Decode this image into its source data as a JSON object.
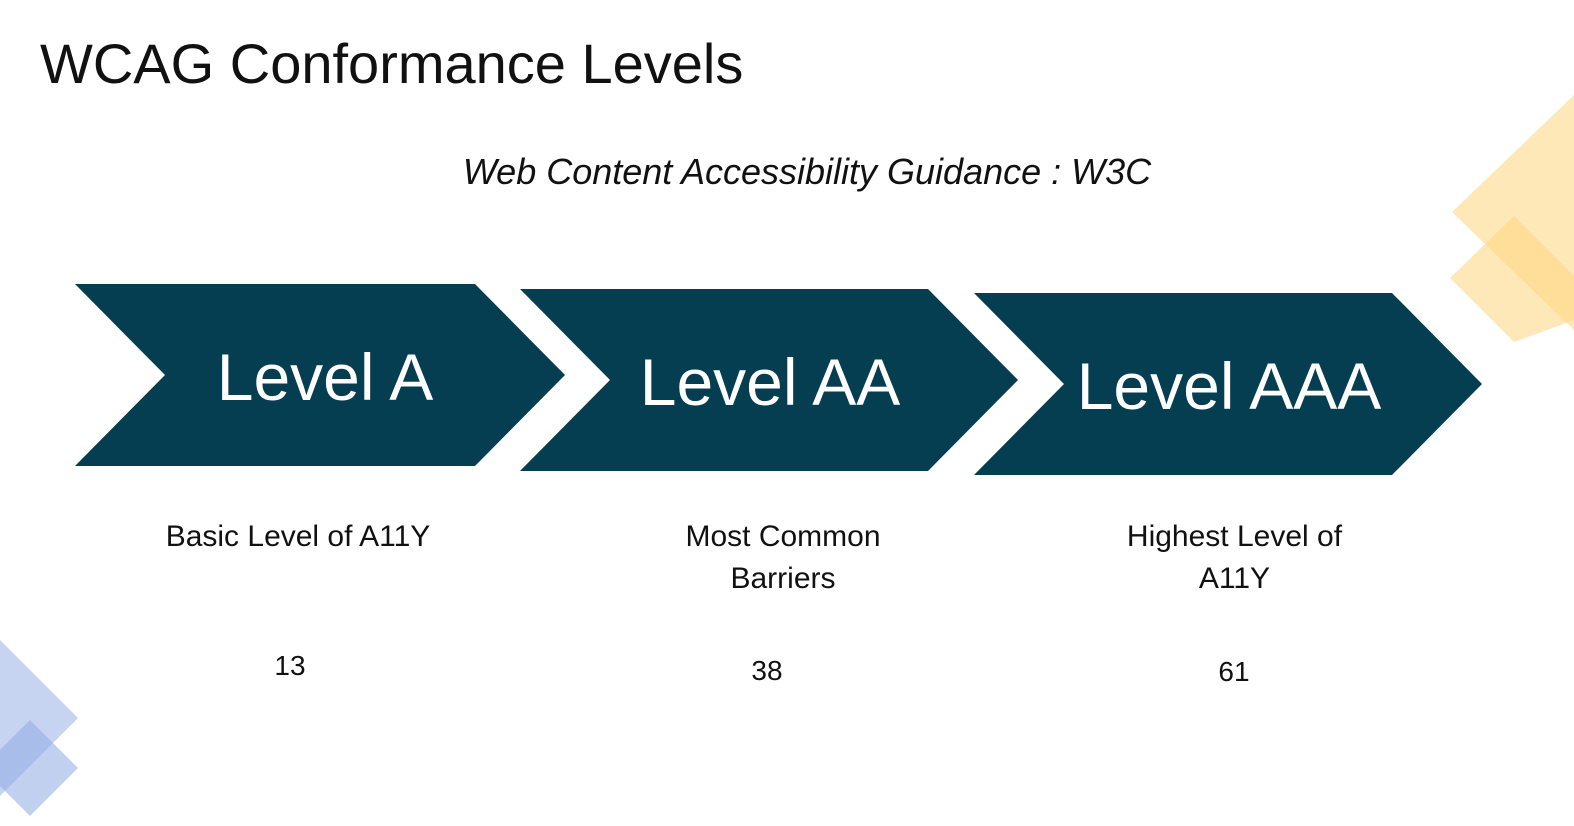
{
  "slide": {
    "title": "WCAG Conformance Levels",
    "subtitle": "Web Content Accessibility Guidance : W3C"
  },
  "colors": {
    "chevron_fill": "#053D51",
    "chevron_text": "#FFFFFF",
    "accent_yellow": "#FDD57E",
    "accent_blue": "#8FA9E3"
  },
  "levels": [
    {
      "label": "Level A",
      "description": "Basic Level of A11Y",
      "count": "13"
    },
    {
      "label": "Level AA",
      "description": "Most Common Barriers",
      "count": "38"
    },
    {
      "label": "Level AAA",
      "description": "Highest Level of A11Y",
      "count": "61"
    }
  ]
}
